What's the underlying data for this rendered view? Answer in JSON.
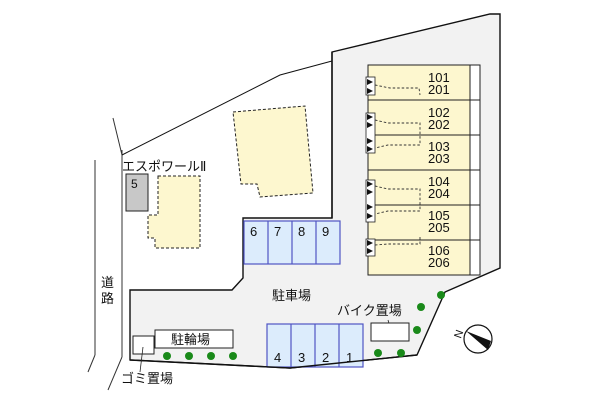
{
  "title": "Site layout map",
  "colors": {
    "site_fill": "#f2f2f2",
    "building_fill": "#fdf7cf",
    "parking_fill": "#dcecfc",
    "parking_stroke": "#4f55c4",
    "grey_box": "#c8c8c8",
    "tree": "#1a8a1a",
    "outline": "#111111"
  },
  "labels": {
    "neighbor_building": "エスポワールⅡ",
    "road": [
      "道",
      "路"
    ],
    "parking_lot": "駐車場",
    "bike_parking": "バイク置場",
    "bicycle_parking": "駐輪場",
    "garbage": "ゴミ置場",
    "north_marker": "N"
  },
  "building_units": [
    {
      "upper": "101",
      "lower": "201"
    },
    {
      "upper": "102",
      "lower": "202"
    },
    {
      "upper": "103",
      "lower": "203"
    },
    {
      "upper": "104",
      "lower": "204"
    },
    {
      "upper": "105",
      "lower": "205"
    },
    {
      "upper": "106",
      "lower": "206"
    }
  ],
  "parking_upper": [
    "6",
    "7",
    "8",
    "9"
  ],
  "parking_lower": [
    "4",
    "3",
    "2",
    "1"
  ],
  "parking_single": "5",
  "trees_count": 10
}
